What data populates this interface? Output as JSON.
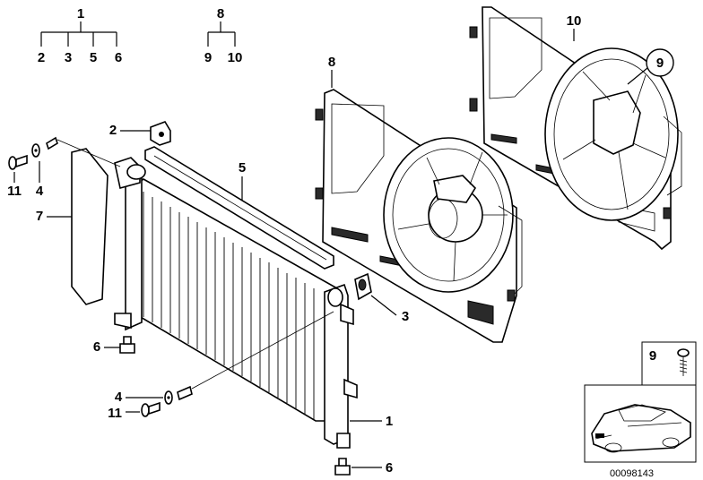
{
  "tree_a": {
    "root": "1",
    "children": [
      "2",
      "3",
      "5",
      "6"
    ]
  },
  "tree_b": {
    "root": "8",
    "children": [
      "9",
      "10"
    ]
  },
  "callouts": {
    "shroud_rear": "10",
    "shroud_rear_circled": "9",
    "shroud_front": "8",
    "bracket_top": "2",
    "rubber_mount": "3",
    "radiator_core": "5",
    "side_panel": "7",
    "bolt_upper": "11",
    "washer_upper": "4",
    "grommet_left": "6",
    "washer_lower": "4",
    "bolt_lower": "11",
    "radiator": "1",
    "grommet_bottom": "6"
  },
  "inset": {
    "part_number": "9",
    "reference_code": "00098143"
  }
}
